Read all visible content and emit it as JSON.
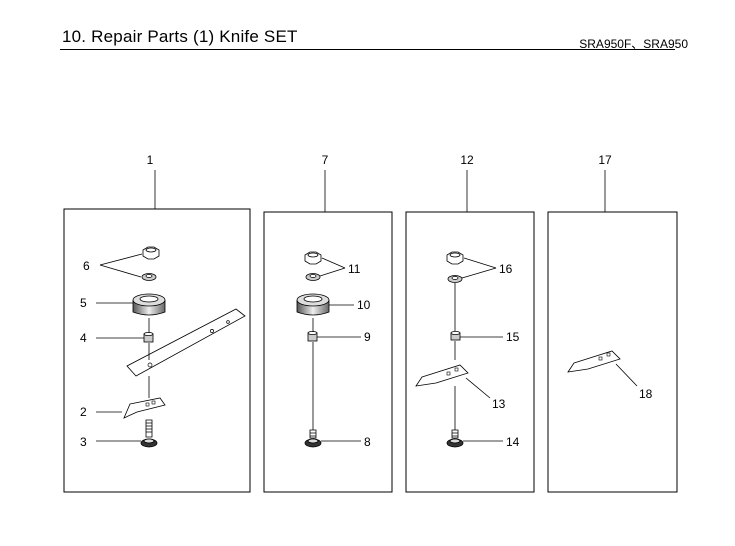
{
  "header": {
    "title": "10. Repair Parts (1) Knife SET",
    "models": "SRA950F、SRA950"
  },
  "sets": [
    {
      "number": "1"
    },
    {
      "number": "7"
    },
    {
      "number": "12"
    },
    {
      "number": "17"
    }
  ],
  "callouts": {
    "p2": "2",
    "p3": "3",
    "p4": "4",
    "p5": "5",
    "p6": "6",
    "p8": "8",
    "p9": "9",
    "p10": "10",
    "p11": "11",
    "p13": "13",
    "p14": "14",
    "p15": "15",
    "p16": "16",
    "p18": "18"
  }
}
